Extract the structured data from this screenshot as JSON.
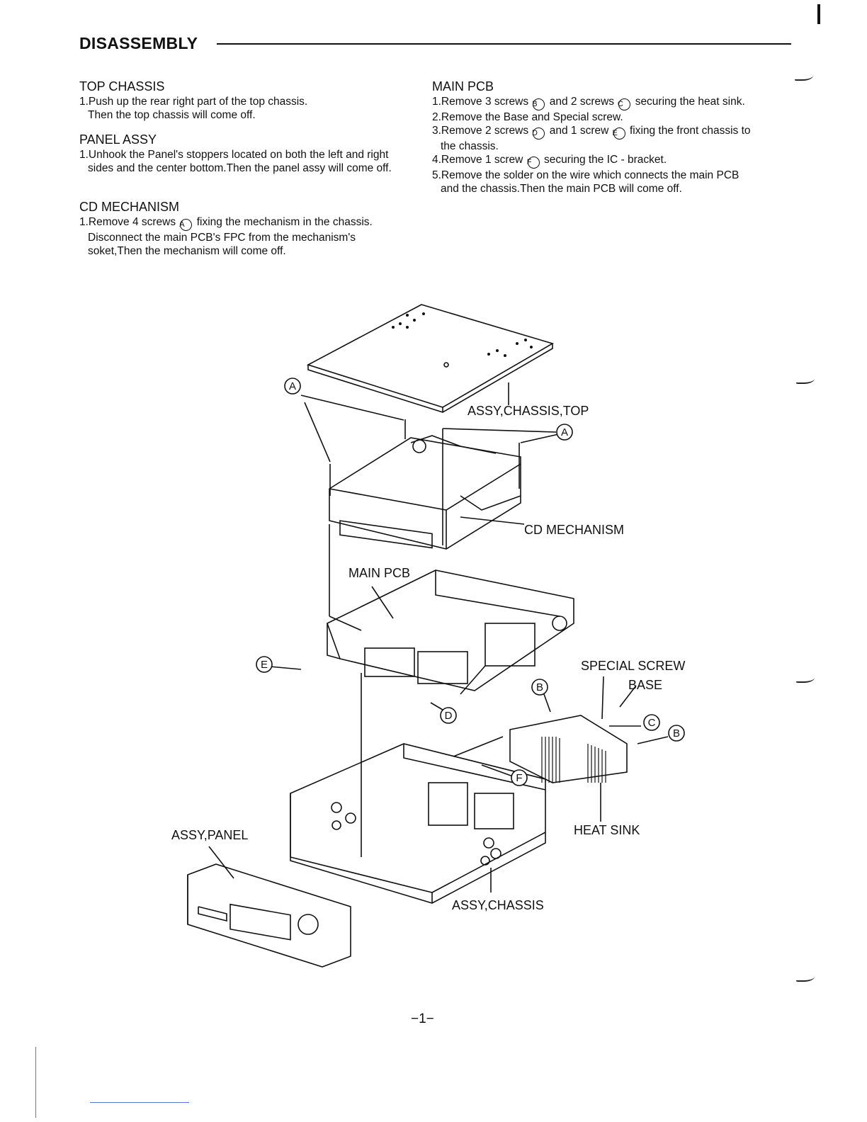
{
  "header": {
    "title": "DISASSEMBLY"
  },
  "sections": {
    "top_chassis": {
      "title": "TOP CHASSIS",
      "steps": [
        "1.Push up the rear right part of the top chassis.",
        "Then the top chassis will come off."
      ]
    },
    "panel_assy": {
      "title": "PANEL ASSY",
      "steps": [
        "1.Unhook the Panel's stoppers located on both the left and right sides and the center bottom.Then the panel assy will come off."
      ]
    },
    "cd_mechanism": {
      "title": "CD MECHANISM",
      "step1_a": "1.Remove 4 screws",
      "step1_b": "fixing the mechanism in the chassis.",
      "step1_c": "Disconnect the main PCB's FPC from the mechanism's soket,Then the mechanism will come off."
    },
    "main_pcb": {
      "title": "MAIN PCB",
      "s1a": "1.Remove 3 screws",
      "s1b": "and 2 screws",
      "s1c": "securing the heat sink.",
      "s2": "2.Remove the Base and Special screw.",
      "s3a": "3.Remove 2 screws",
      "s3b": "and 1 screw",
      "s3c": "fixing the front chassis to the chassis.",
      "s4a": "4.Remove 1 screw",
      "s4b": "securing the IC - bracket.",
      "s5": "5.Remove the solder on the wire which connects the main PCB and the chassis.Then the main PCB will come off."
    }
  },
  "screw_letters": {
    "a": "A",
    "b": "B",
    "c": "C",
    "d": "D",
    "e": "E",
    "f": "F"
  },
  "figure_labels": {
    "assy_chassis_top": "ASSY,CHASSIS,TOP",
    "cd_mechanism": "CD MECHANISM",
    "main_pcb": "MAIN PCB",
    "special_screw": "SPECIAL SCREW",
    "base": "BASE",
    "heat_sink": "HEAT SINK",
    "assy_panel": "ASSY,PANEL",
    "assy_chassis": "ASSY,CHASSIS"
  },
  "page_number": "−1−"
}
